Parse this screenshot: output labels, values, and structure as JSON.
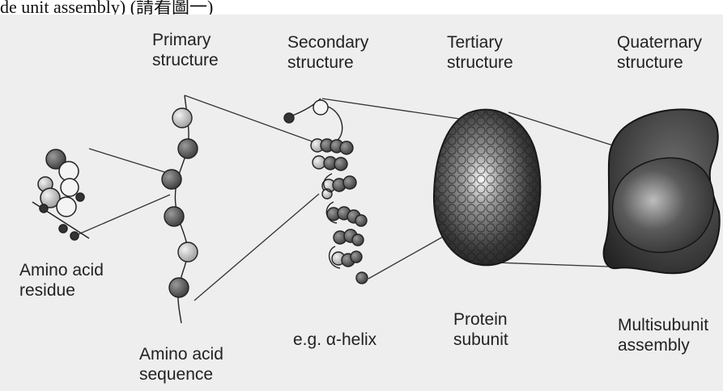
{
  "header": {
    "caption_fragment": "de unit assembly)    (請看圖一)"
  },
  "labels": {
    "primary": [
      "Primary",
      "structure"
    ],
    "secondary": [
      "Secondary",
      "structure"
    ],
    "tertiary": [
      "Tertiary",
      "structure"
    ],
    "quaternary": [
      "Quaternary",
      "structure"
    ],
    "amino_residue": [
      "Amino acid",
      "residue"
    ],
    "amino_sequence": [
      "Amino acid",
      "sequence"
    ],
    "alpha_helix": "e.g. α-helix",
    "protein_subunit": [
      "Protein",
      "subunit"
    ],
    "multisubunit": [
      "Multisubunit",
      "assembly"
    ]
  },
  "colors": {
    "background": "#eeeeee",
    "ink": "#222222",
    "bead_dark": "#555555",
    "bead_light": "#cfcfcf",
    "blob": "#2e2e2e"
  }
}
